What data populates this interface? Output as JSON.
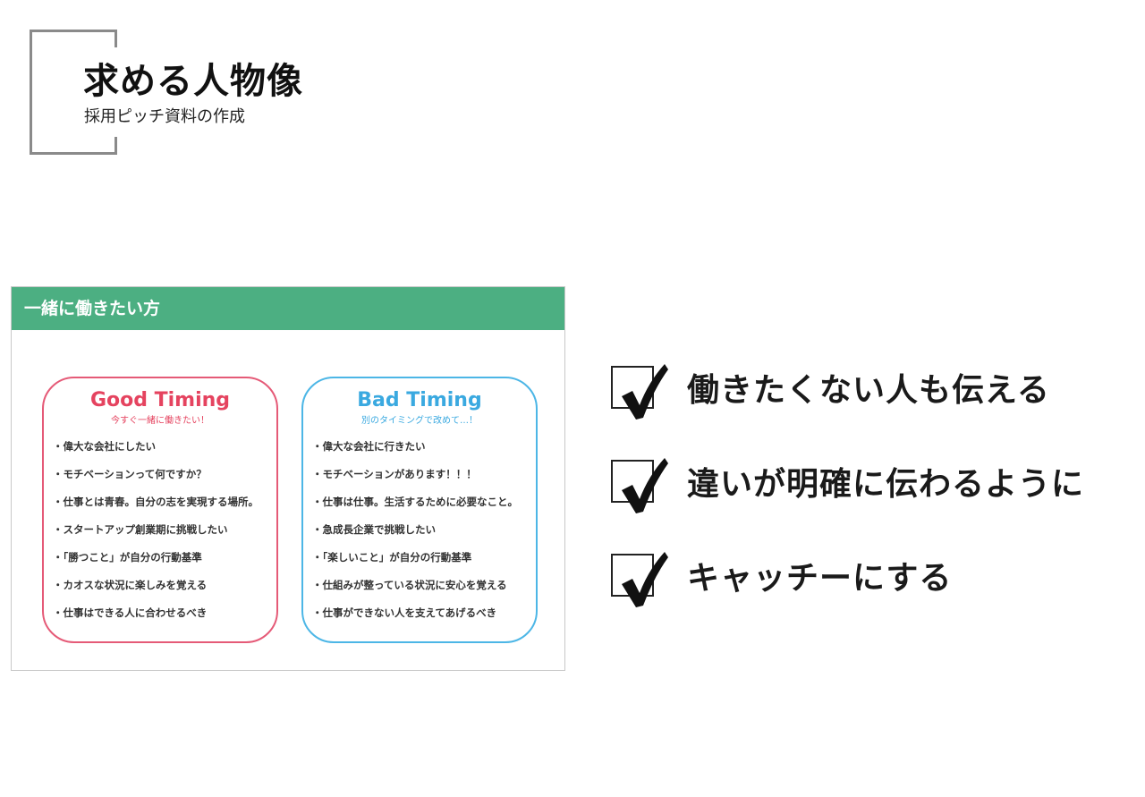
{
  "header": {
    "title": "求める人物像",
    "subtitle": "採用ピッチ資料の作成"
  },
  "slide": {
    "header_title": "一緒に働きたい方",
    "good": {
      "title": "Good Timing",
      "subtitle": "今すぐ一緒に働きたい！",
      "color": "#e5435f",
      "items": [
        "・偉大な会社にしたい",
        "・モチベーションって何ですか？",
        "・仕事とは青春。自分の志を実現する場所。",
        "・スタートアップ創業期に挑戦したい",
        "・「勝つこと」が自分の行動基準",
        "・カオスな状況に楽しみを覚える",
        "・仕事はできる人に合わせるべき"
      ]
    },
    "bad": {
      "title": "Bad Timing",
      "subtitle": "別のタイミングで改めて…！",
      "color": "#3aa9e0",
      "items": [
        "・偉大な会社に行きたい",
        "・モチベーションがあります！！！",
        "・仕事は仕事。生活するために必要なこと。",
        "・急成長企業で挑戦したい",
        "・「楽しいこと」が自分の行動基準",
        "・仕組みが整っている状況に安心を覚える",
        "・仕事ができない人を支えてあげるべき"
      ]
    },
    "header_color": "#4caf82"
  },
  "checklist": {
    "icon": "checkbox-checked-icon",
    "items": [
      "働きたくない人も伝える",
      "違いが明確に伝わるように",
      "キャッチーにする"
    ]
  }
}
